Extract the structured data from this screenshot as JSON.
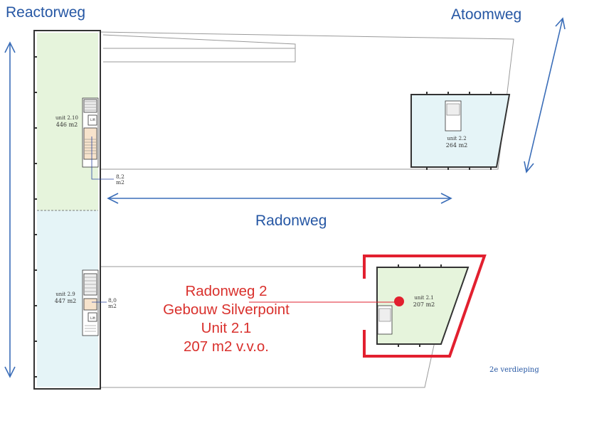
{
  "streets": {
    "reactorweg": "Reactorweg",
    "atoomweg": "Atoomweg",
    "radonweg": "Radonweg"
  },
  "units": [
    {
      "id": "unit-2-10",
      "name": "unit 2.10",
      "area": "446 m2",
      "fill": "#e6f4dc"
    },
    {
      "id": "unit-2-9",
      "name": "unit 2.9",
      "area": "447 m2",
      "fill": "#e5f4f7"
    },
    {
      "id": "unit-2-2",
      "name": "unit 2.2",
      "area": "264 m2",
      "fill": "#e5f4f7"
    },
    {
      "id": "unit-2-1",
      "name": "unit 2.1",
      "area": "207 m2",
      "fill": "#e6f4dc"
    }
  ],
  "small_areas": {
    "upper": {
      "value": "8,2",
      "unit": "m2"
    },
    "lower": {
      "value": "8,0",
      "unit": "m2"
    }
  },
  "lift_label": "Lift",
  "callout": {
    "line1": "Radonweg 2",
    "line2": "Gebouw Silverpoint",
    "line3": "Unit 2.1",
    "line4": "207 m2 v.v.o."
  },
  "floor_label": "2e verdieping",
  "colors": {
    "street_text": "#2657a4",
    "arrow": "#3a6db8",
    "highlight": "#e2202f",
    "callout_text": "#d9302c",
    "green_unit": "#e6f4dc",
    "blue_unit": "#e5f4f7",
    "outline": "#333333"
  }
}
